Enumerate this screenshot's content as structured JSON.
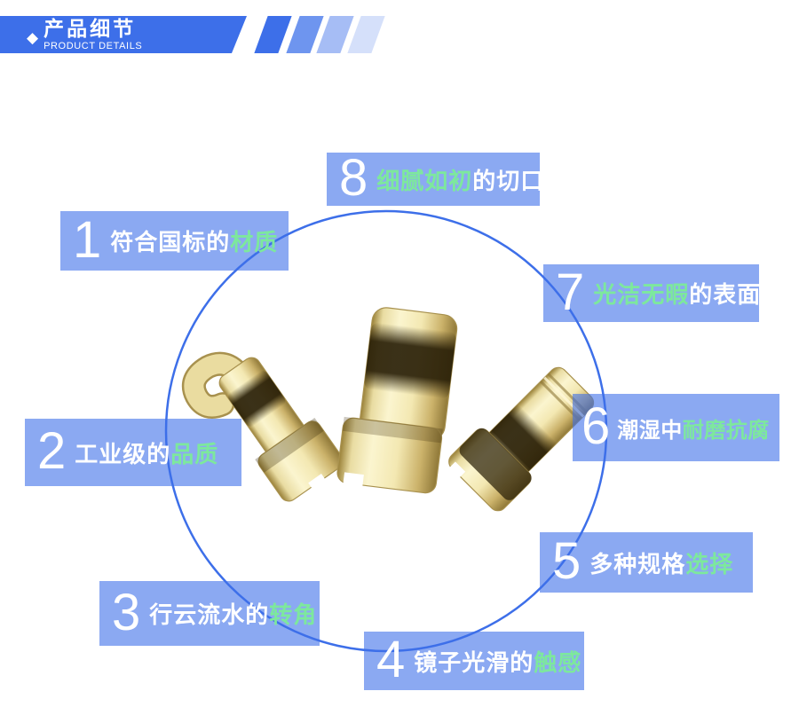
{
  "header": {
    "diamond_icon": "◆",
    "title": "产品细节",
    "subtitle": "PRODUCT DETAILS",
    "banner_color": "#3D6FE9",
    "stripe_colors": [
      "#3D6FE9",
      "#6E95EF",
      "#A6BDF5",
      "#D5E0FA"
    ]
  },
  "colors": {
    "box_bg": "rgba(61,111,233,0.6)",
    "highlight_green": "#7DE89D",
    "circle_stroke": "#3D6FE9",
    "text_white": "#FFFFFF"
  },
  "features": [
    {
      "num": "1",
      "pre": "符合国标的",
      "highlight": "材质",
      "post": ""
    },
    {
      "num": "2",
      "pre": "工业级的",
      "highlight": "品质",
      "post": ""
    },
    {
      "num": "3",
      "pre": "行云流水的",
      "highlight": "转角",
      "post": ""
    },
    {
      "num": "4",
      "pre": "镜子光滑的",
      "highlight": "触感",
      "post": ""
    },
    {
      "num": "5",
      "pre": "多种规格",
      "highlight": "选择",
      "post": ""
    },
    {
      "num": "6",
      "pre": "潮湿中",
      "highlight": "耐磨抗腐",
      "post": ""
    },
    {
      "num": "7",
      "pre": "",
      "highlight": "光洁无暇",
      "post": "的表面"
    },
    {
      "num": "8",
      "pre": "",
      "highlight": "细腻如初",
      "post": "的切口"
    }
  ],
  "product": {
    "description": "三个金色弹片接触件",
    "items": [
      "gold-contact-clip-left",
      "gold-contact-clip-middle",
      "gold-contact-clip-right"
    ]
  }
}
